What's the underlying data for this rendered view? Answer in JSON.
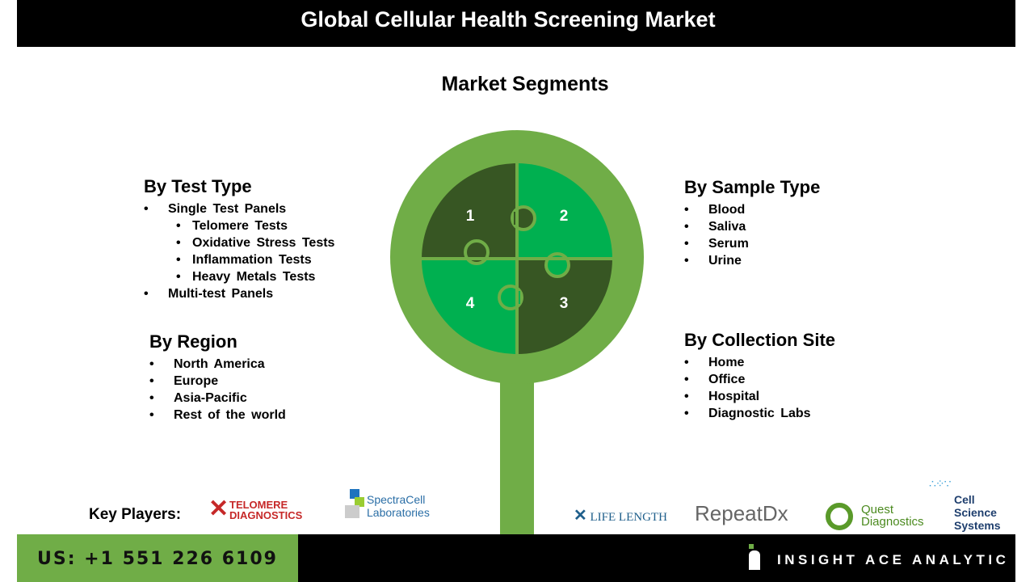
{
  "title": "Global Cellular Health Screening Market",
  "subtitle": "Market Segments",
  "colors": {
    "ring": "#70AD47",
    "dark": "#375623",
    "bright": "#00B050"
  },
  "puzzle": [
    "1",
    "2",
    "3",
    "4"
  ],
  "test_type": {
    "heading": "By Test Type",
    "items": [
      "Single  Test Panels",
      "Telomere  Tests",
      "Oxidative  Stress Tests",
      "Inflammation  Tests",
      "Heavy Metals  Tests",
      "Multi-test  Panels"
    ]
  },
  "region": {
    "heading": "By Region",
    "items": [
      "North America",
      "Europe",
      "Asia-Pacific",
      "Rest of the world"
    ]
  },
  "sample_type": {
    "heading": "By Sample Type",
    "items": [
      "Blood",
      "Saliva",
      "Serum",
      "Urine"
    ]
  },
  "collection_site": {
    "heading": "By Collection Site",
    "items": [
      "Home",
      "Office",
      "Hospital",
      "Diagnostic  Labs"
    ]
  },
  "key_players": {
    "label": "Key Players:",
    "logos": [
      "TELOMERE DIAGNOSTICS",
      "SpectraCell Laboratories",
      "LIFE LENGTH",
      "RepeatDx",
      "Quest Diagnostics",
      "Cell Science Systems"
    ]
  },
  "footer": {
    "phone": "US: +1 551 226 6109",
    "brand": "INSIGHT ACE ANALYTIC"
  }
}
